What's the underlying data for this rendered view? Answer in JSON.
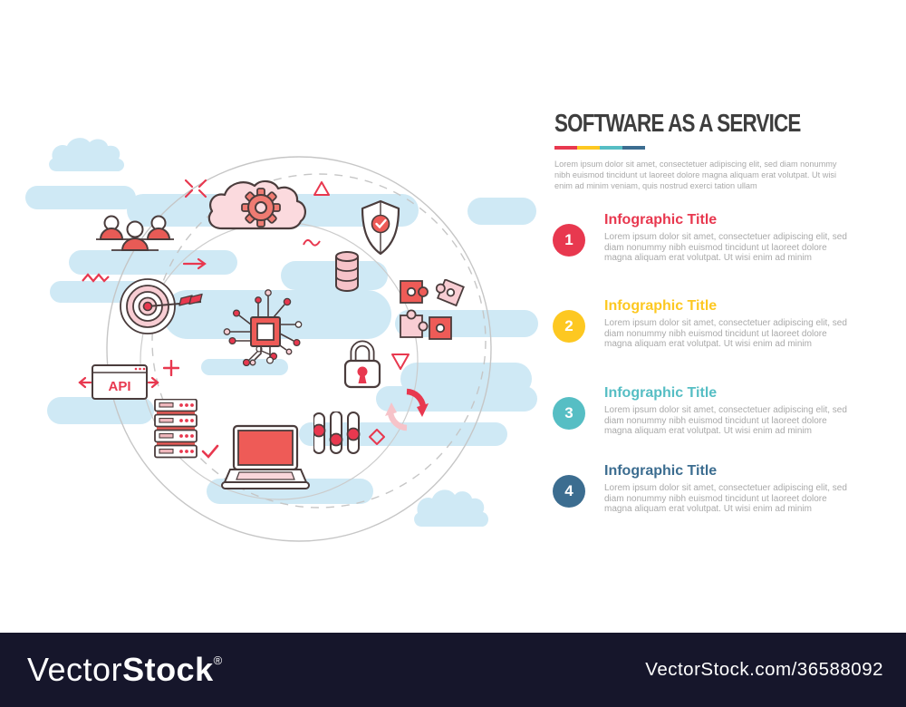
{
  "header": {
    "title": "SOFTWARE AS A SERVICE",
    "intro": "Lorem ipsum dolor sit amet, consectetuer adipiscing elit, sed diam nonummy nibh euismod tincidunt ut laoreet dolore magna aliquam erat volutpat. Ut wisi enim ad minim veniam, quis nostrud exerci tation ullam",
    "accent_colors": [
      "#e8384f",
      "#fdc821",
      "#56bec4",
      "#3c6d90"
    ],
    "title_color": "#3e3e3e"
  },
  "items": [
    {
      "number": "1",
      "title": "Infographic Title",
      "color": "#e8384f",
      "body": "Lorem ipsum dolor sit amet, consectetuer adipiscing elit, sed diam nonummy nibh euismod tincidunt ut laoreet dolore magna aliquam erat volutpat. Ut wisi enim ad minim"
    },
    {
      "number": "2",
      "title": "Infographic Title",
      "color": "#fdc821",
      "body": "Lorem ipsum dolor sit amet, consectetuer adipiscing elit, sed diam nonummy nibh euismod tincidunt ut laoreet dolore magna aliquam erat volutpat. Ut wisi enim ad minim"
    },
    {
      "number": "3",
      "title": "Infographic Title",
      "color": "#56bec4",
      "body": "Lorem ipsum dolor sit amet, consectetuer adipiscing elit, sed diam nonummy nibh euismod tincidunt ut laoreet dolore magna aliquam erat volutpat. Ut wisi enim ad minim"
    },
    {
      "number": "4",
      "title": "Infographic Title",
      "color": "#3c6d90",
      "body": "Lorem ipsum dolor sit amet, consectetuer adipiscing elit, sed diam nonummy nibh euismod tincidunt ut laoreet dolore magna aliquam erat volutpat. Ut wisi enim ad minim"
    }
  ],
  "illustration": {
    "api_label": "API",
    "icon_names": [
      "cloud-gear-icon",
      "shield-check-icon",
      "database-icon",
      "team-icon",
      "target-arrow-icon",
      "cpu-chip-icon",
      "puzzle-icon",
      "padlock-icon",
      "api-window-icon",
      "server-stack-icon",
      "laptop-icon",
      "sliders-icon",
      "sync-arrows-icon"
    ],
    "palette": {
      "outline": "#4a3c3c",
      "icon_red": "#ee5b57",
      "pink_light": "#fbdade",
      "pink_mid": "#f6c3c9",
      "accent_red": "#e8384f",
      "pill_blue": "#cfe9f5",
      "ring_gray": "#c6c6c6"
    }
  },
  "watermark": {
    "brand_light": "Vector",
    "brand_bold": "Stock",
    "registered": "®",
    "site": "VectorStock.com/36588092",
    "bar_color": "#16162b"
  }
}
